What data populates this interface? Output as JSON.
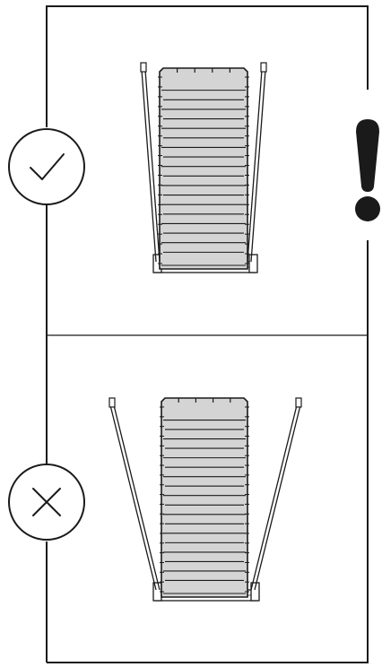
{
  "panels": [
    {
      "id": "correct",
      "status": "correct",
      "status_icon": "check-icon",
      "warning_icon": "exclamation-icon",
      "side_rail_angle": "narrow"
    },
    {
      "id": "incorrect",
      "status": "incorrect",
      "status_icon": "cross-icon",
      "side_rail_angle": "wide"
    }
  ],
  "colors": {
    "line": "#1a1a1a",
    "panel_fill": "#d4d4d4",
    "background": "#ffffff"
  }
}
